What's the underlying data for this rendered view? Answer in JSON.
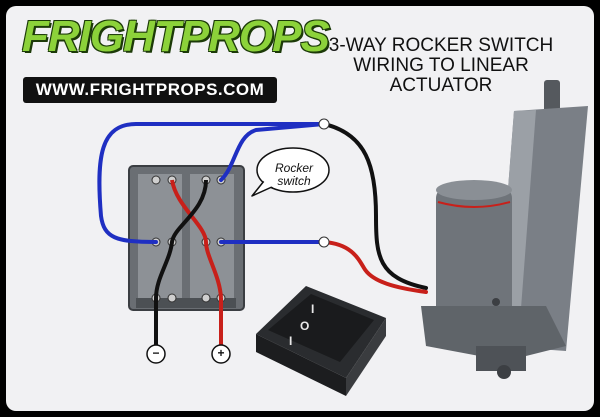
{
  "logo": {
    "brand": "FRIGHTPROPS",
    "url": "WWW.FRIGHTPROPS.COM",
    "brand_color": "#8cd23a"
  },
  "title": {
    "line1": "3-WAY ROCKER SWITCH",
    "line2": "WIRING TO LINEAR",
    "line3": "ACTUATOR"
  },
  "callout": {
    "line1": "Rocker",
    "line2": "switch"
  },
  "terminals": {
    "negative": "−",
    "positive": "+"
  },
  "rocker_symbols": {
    "top": "I",
    "middle": "O",
    "bottom": "I"
  },
  "colors": {
    "wire_blue": "#1f2fc2",
    "wire_red": "#c8201a",
    "wire_black": "#111111",
    "actuator": "#7a7f86"
  }
}
